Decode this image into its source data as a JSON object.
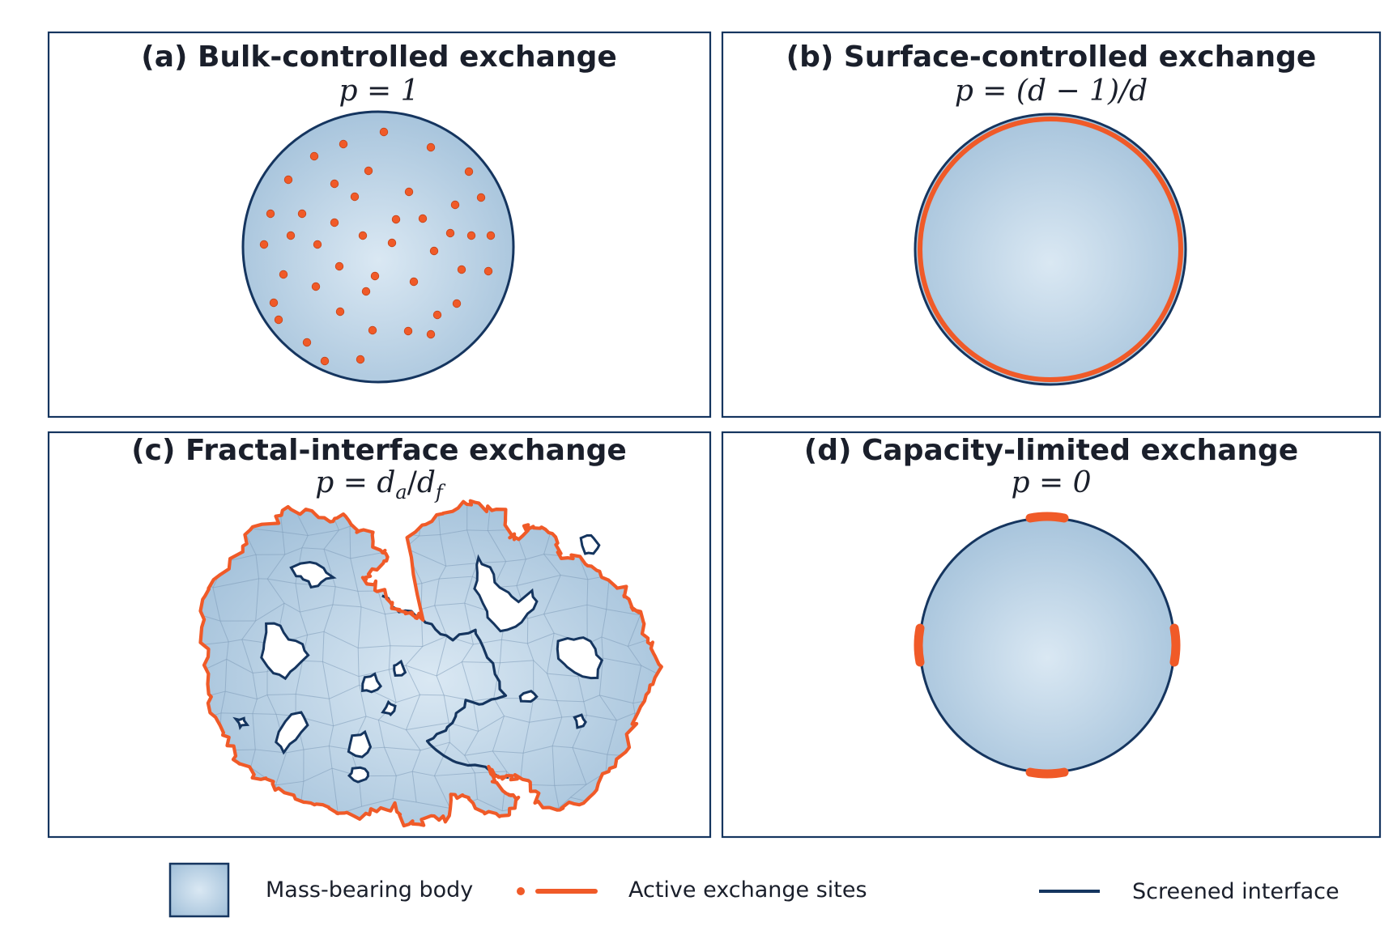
{
  "panels": [
    {
      "id": "a",
      "title": "(a) Bulk-controlled exchange",
      "formula": "p = 1"
    },
    {
      "id": "b",
      "title": "(b) Surface-controlled exchange",
      "formula": "p = (d − 1)/d"
    },
    {
      "id": "c",
      "title": "(c) Fractal-interface exchange",
      "formula": "p = da/df"
    },
    {
      "id": "d",
      "title": "(d) Capacity-limited exchange",
      "formula": "p = 0"
    }
  ],
  "formula_c": {
    "p": "p",
    "eq": " = ",
    "da": "d",
    "da_sub": "a",
    "slash": "/",
    "df": "d",
    "df_sub": "f"
  },
  "legend": {
    "body_label": "Mass-bearing body",
    "active_label": "Active exchange sites",
    "screened_label": "Screened interface"
  },
  "colors": {
    "frame": "#15355f",
    "active": "#f05a28",
    "screened": "#15355f",
    "body_light": "#dae8f3",
    "body_dark": "#a9c6de"
  }
}
